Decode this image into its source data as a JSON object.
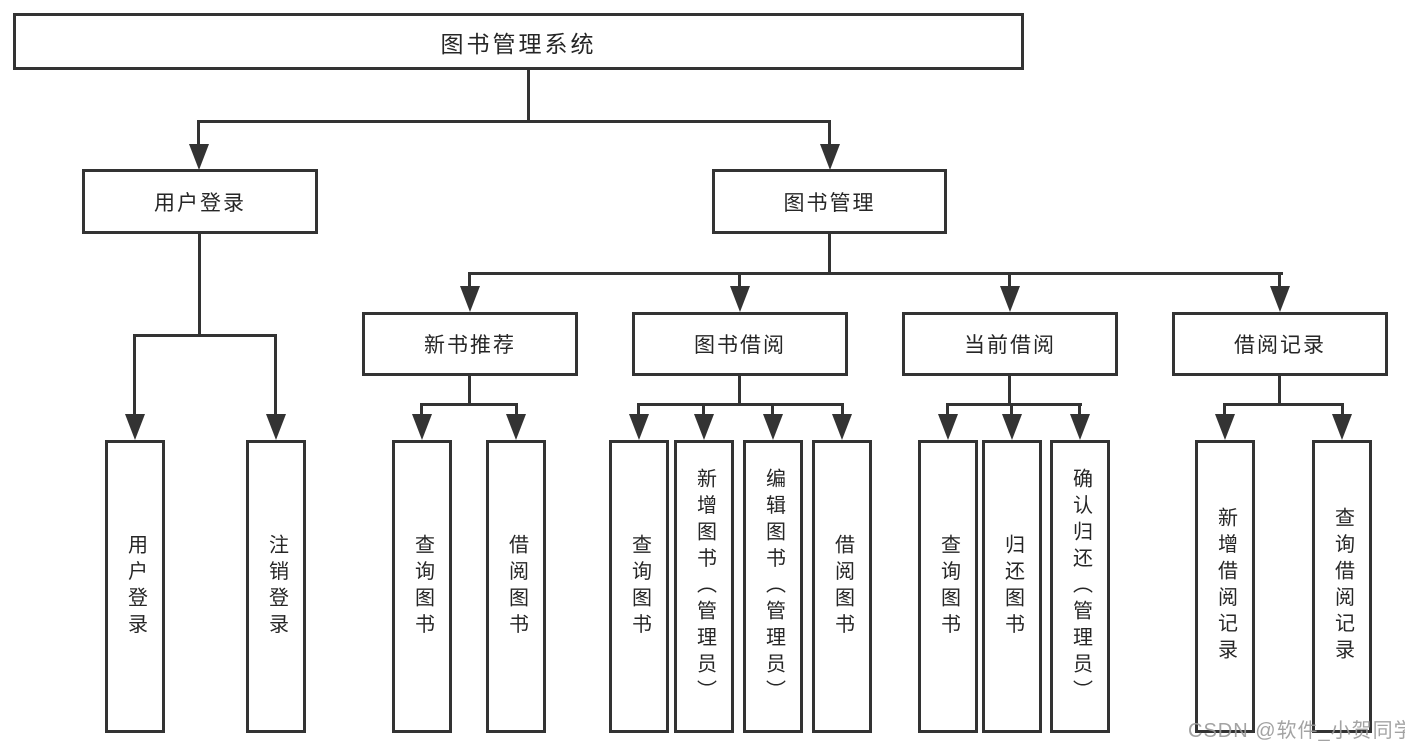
{
  "tree": {
    "root": "图书管理系统",
    "user_login": {
      "label": "用户登录",
      "children": [
        "用户登录",
        "注销登录"
      ]
    },
    "book_mgmt": {
      "label": "图书管理"
    },
    "new_books": {
      "label": "新书推荐",
      "children": [
        "查询图书",
        "借阅图书"
      ]
    },
    "book_borrow": {
      "label": "图书借阅",
      "children": [
        "查询图书",
        "新增图书（管理员）",
        "编辑图书（管理员）",
        "借阅图书"
      ]
    },
    "current_borrow": {
      "label": "当前借阅",
      "children": [
        "查询图书",
        "归还图书",
        "确认归还（管理员）"
      ]
    },
    "records": {
      "label": "借阅记录",
      "children": [
        "新增借阅记录",
        "查询借阅记录"
      ]
    }
  },
  "watermark": "CSDN @软件_小贺同学",
  "colors": {
    "line": "#333333",
    "box_border": "#333333",
    "box_fill": "#ffffff",
    "text": "#262626",
    "watermark": "#9a9a9a",
    "background": "#ffffff"
  }
}
